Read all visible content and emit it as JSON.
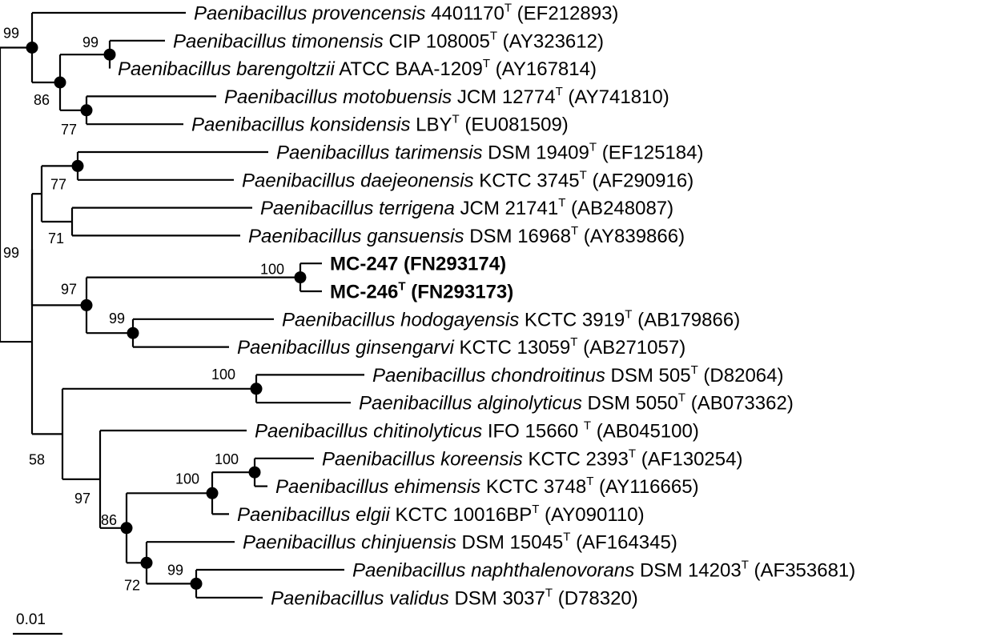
{
  "taxa": [
    {
      "id": "provencensis",
      "species": "Paenibacillus provencensis",
      "strain": "4401170",
      "type_strain": true,
      "accession": "(EF212893)",
      "bold": false
    },
    {
      "id": "timonensis",
      "species": "Paenibacillus timonensis",
      "strain": "CIP 108005",
      "type_strain": true,
      "accession": "(AY323612)",
      "bold": false
    },
    {
      "id": "barengoltzii",
      "species": "Paenibacillus barengoltzii",
      "strain": "ATCC BAA-1209",
      "type_strain": true,
      "accession": "(AY167814)",
      "bold": false
    },
    {
      "id": "motobuensis",
      "species": "Paenibacillus motobuensis",
      "strain": "JCM 12774",
      "type_strain": true,
      "accession": "(AY741810)",
      "bold": false
    },
    {
      "id": "konsidensis",
      "species": "Paenibacillus konsidensis",
      "strain": "LBY",
      "type_strain": true,
      "accession": "(EU081509)",
      "bold": false
    },
    {
      "id": "tarimensis",
      "species": "Paenibacillus tarimensis",
      "strain": "DSM 19409",
      "type_strain": true,
      "accession": " (EF125184)",
      "bold": false
    },
    {
      "id": "daejeonensis",
      "species": "Paenibacillus daejeonensis",
      "strain": "KCTC 3745",
      "type_strain": true,
      "accession": "(AF290916)",
      "bold": false
    },
    {
      "id": "terrigena",
      "species": "Paenibacillus terrigena",
      "strain": "JCM 21741",
      "type_strain": true,
      "accession": "(AB248087)",
      "bold": false
    },
    {
      "id": "gansuensis",
      "species": "Paenibacillus gansuensis",
      "strain": "DSM 16968",
      "type_strain": true,
      "accession": "(AY839866)",
      "bold": false
    },
    {
      "id": "mc247",
      "species": "",
      "strain": "MC-247",
      "type_strain": false,
      "accession": " (FN293174)",
      "bold": true
    },
    {
      "id": "mc246",
      "species": "",
      "strain": "MC-246",
      "type_strain": true,
      "accession": " (FN293173)",
      "bold": true
    },
    {
      "id": "hodogayensis",
      "species": "Paenibacillus hodogayensis",
      "strain": "KCTC 3919",
      "type_strain": true,
      "accession": "(AB179866)",
      "bold": false
    },
    {
      "id": "ginsengarvi",
      "species": "Paenibacillus ginsengarvi",
      "strain": "KCTC 13059",
      "type_strain": true,
      "accession": "(AB271057)",
      "bold": false
    },
    {
      "id": "chondroitinus",
      "species": "Paenibacillus chondroitinus",
      "strain": "DSM 505",
      "type_strain": true,
      "accession": "(D82064)",
      "bold": false
    },
    {
      "id": "alginolyticus",
      "species": "Paenibacillus alginolyticus",
      "strain": "DSM 5050",
      "type_strain": true,
      "accession": "(AB073362)",
      "bold": false
    },
    {
      "id": "chitinolyticus",
      "species": "Paenibacillus chitinolyticus",
      "strain": "IFO 15660 ",
      "type_strain": true,
      "accession": "(AB045100)",
      "bold": false
    },
    {
      "id": "koreensis",
      "species": "Paenibacillus koreensis",
      "strain": "KCTC 2393",
      "type_strain": true,
      "accession": "(AF130254)",
      "bold": false
    },
    {
      "id": "ehimensis",
      "species": "Paenibacillus ehimensis",
      "strain": "KCTC 3748",
      "type_strain": true,
      "accession": "(AY116665)",
      "bold": false
    },
    {
      "id": "elgii",
      "species": "Paenibacillus elgii",
      "strain": "KCTC 10016BP",
      "type_strain": true,
      "accession": "(AY090110)",
      "bold": false
    },
    {
      "id": "chinjuensis",
      "species": "Paenibacillus chinjuensis",
      "strain": "DSM 15045",
      "type_strain": true,
      "accession": "(AF164345)",
      "bold": false
    },
    {
      "id": "naphthalenovorans",
      "species": "Paenibacillus naphthalenovorans",
      "strain": "DSM 14203",
      "type_strain": true,
      "accession": "(AF353681)",
      "bold": false
    },
    {
      "id": "validus",
      "species": "Paenibacillus validus",
      "strain": "DSM 3037",
      "type_strain": true,
      "accession": "(D78320)",
      "bold": false
    }
  ],
  "type_marker": "T",
  "bootstrap_values": [
    "99",
    "99",
    "86",
    "77",
    "77",
    "71",
    "99",
    "100",
    "97",
    "99",
    "100",
    "58",
    "97",
    "100",
    "100",
    "86",
    "72",
    "99"
  ],
  "scale_bar": {
    "label": "0.01"
  },
  "colors": {
    "ink": "#000000",
    "background": "#ffffff"
  }
}
